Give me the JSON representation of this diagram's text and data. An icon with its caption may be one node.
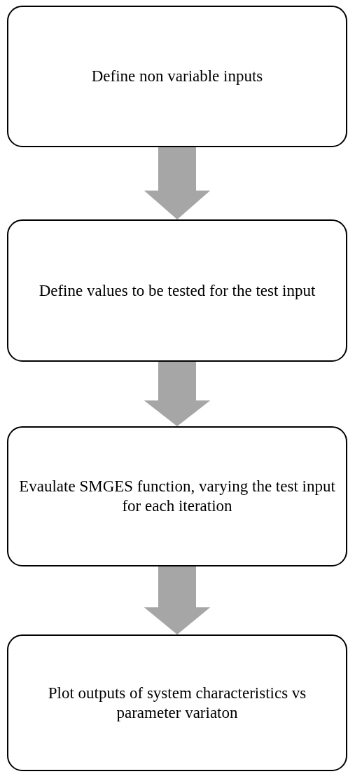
{
  "diagram": {
    "nodes": [
      {
        "text": [
          "Define non variable inputs"
        ]
      },
      {
        "text": [
          "Define values to be tested for the test input"
        ]
      },
      {
        "text": [
          "Evaulate SMGES function, varying the test input for each iteration"
        ]
      },
      {
        "text": [
          "Plot outputs of system characteristics vs parameter variaton"
        ]
      }
    ],
    "edges": [
      {
        "from": 0,
        "to": 1,
        "arrow": "to",
        "style": "thick",
        "color": "#a6a6a6"
      },
      {
        "from": 1,
        "to": 2,
        "arrow": "to",
        "style": "thick",
        "color": "#a6a6a6"
      },
      {
        "from": 2,
        "to": 3,
        "arrow": "to",
        "style": "thick",
        "color": "#a6a6a6"
      }
    ]
  }
}
